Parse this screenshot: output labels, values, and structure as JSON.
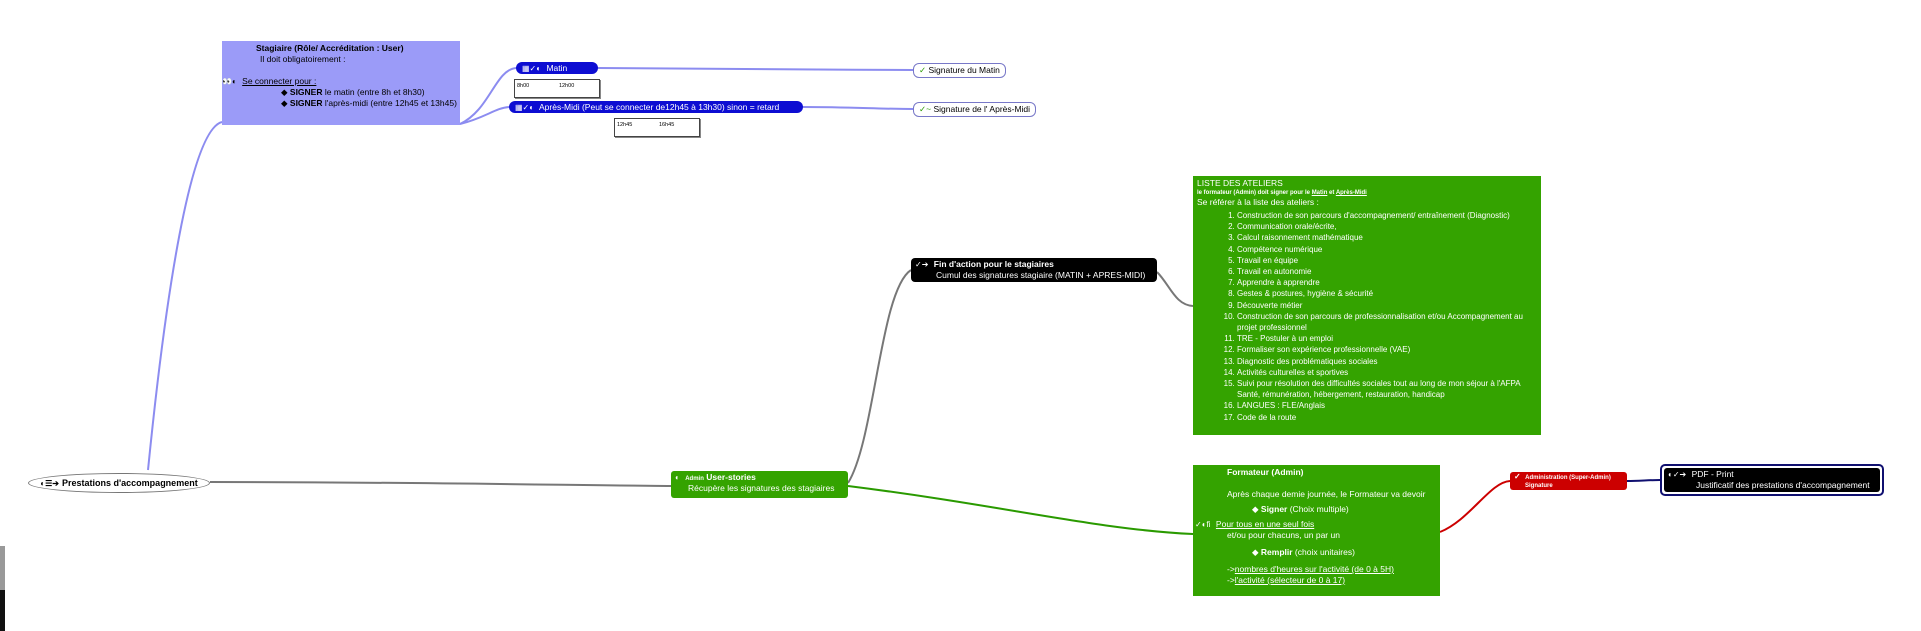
{
  "root": {
    "label": "Prestations d'accompagnement",
    "icons": "◐☰➔"
  },
  "stagiaire": {
    "title": "Stagiaire (Rôle/ Accréditation : User)",
    "subtitle": "Il doit obligatoirement :",
    "connect_label": "Se connecter pour :",
    "connect_icons": "👀◐",
    "items": [
      {
        "strong": "SIGNER",
        "rest": " le matin (entre 8h et 8h30)"
      },
      {
        "strong": "SIGNER",
        "rest": " l'après-midi (entre 12h45 et 13h45)"
      }
    ]
  },
  "matin": {
    "label": "Matin",
    "icons": "▦✓◐",
    "times": [
      "8h00",
      "12h00"
    ]
  },
  "apres_midi": {
    "label": "Après-Midi (Peut se connecter de12h45 à 13h30) sinon = retard",
    "icons": "▦✓◐",
    "times": [
      "12h45",
      "16h45"
    ]
  },
  "signatures": {
    "matin": "Signature du Matin",
    "apres": "Signature de l' Après-Midi"
  },
  "fin_action": {
    "title": "Fin d'action pour le stagiaires",
    "subtitle": "Cumul des signatures stagiaire (MATIN + APRES-MIDI)",
    "icons": "✓➔"
  },
  "ateliers": {
    "title": "LISTE DES ATELIERS",
    "note_prefix": "le formateur (Admin) doit signer pour le ",
    "note_matin": "Matin",
    "note_mid": " et ",
    "note_apres": "Après-Midi",
    "intro": "Se référer à la liste des ateliers :",
    "items": [
      "Construction de son parcours d'accompagnement/ entraînement (Diagnostic)",
      "Communication orale/écrite,",
      "Calcul raisonnement mathématique",
      "Compétence numérique",
      "Travail en équipe",
      "Travail en autonomie",
      "Apprendre à apprendre",
      "Gestes & postures, hygiène & sécurité",
      "Découverte métier",
      "Construction de son parcours de professionnalisation et/ou Accompagnement au projet professionnel",
      "TRE - Postuler à un emploi",
      "Formaliser son expérience professionnelle (VAE)",
      "Diagnostic des problématiques sociales",
      "Activités culturelles et sportives",
      "Suivi pour résolution des difficultés sociales tout au long de mon séjour à l'AFPA Santé, rémunération, hébergement, restauration, handicap",
      "LANGUES : FLE/Anglais",
      "Code de la route"
    ]
  },
  "user_stories": {
    "prefix": "Admin",
    "title": "User-stories",
    "subtitle": "Récupère les signatures des stagiaires",
    "icons": "◐"
  },
  "formateur": {
    "title": "Formateur (Admin)",
    "line1": "Après chaque demie journée, le Formateur va devoir",
    "signer_strong": "Signer",
    "signer_rest": " (Choix multiple)",
    "pour_tous": "Pour tous en une seul fois",
    "pour_tous_rest": "et/ou pour chacuns, un par un",
    "remplir_strong": "Remplir",
    "remplir_rest": " (choix unitaires)",
    "arrow": "->",
    "heures": "nombres d'heures sur l'activité (de 0 à 5H)",
    "activite": "l'activité (sélecteur de 0 à 17)",
    "icons": "✓◐fi"
  },
  "admin": {
    "line1": "Administration (Super-Admin)",
    "line2": "Signature",
    "icons": "✓"
  },
  "pdf": {
    "title": "PDF - Print",
    "subtitle": "Justificatif des prestations d'accompagnement",
    "icons": "◐✓➔"
  },
  "colors": {
    "stagiaire_bg": "#9b9bf8",
    "blue_pill": "#0d0dd2",
    "green": "#34a300",
    "red": "#cc0000",
    "black": "#000000",
    "link_blue": "#8c8cf0",
    "link_gray": "#777777",
    "link_green": "#2a9a00",
    "link_red": "#cc0000"
  }
}
